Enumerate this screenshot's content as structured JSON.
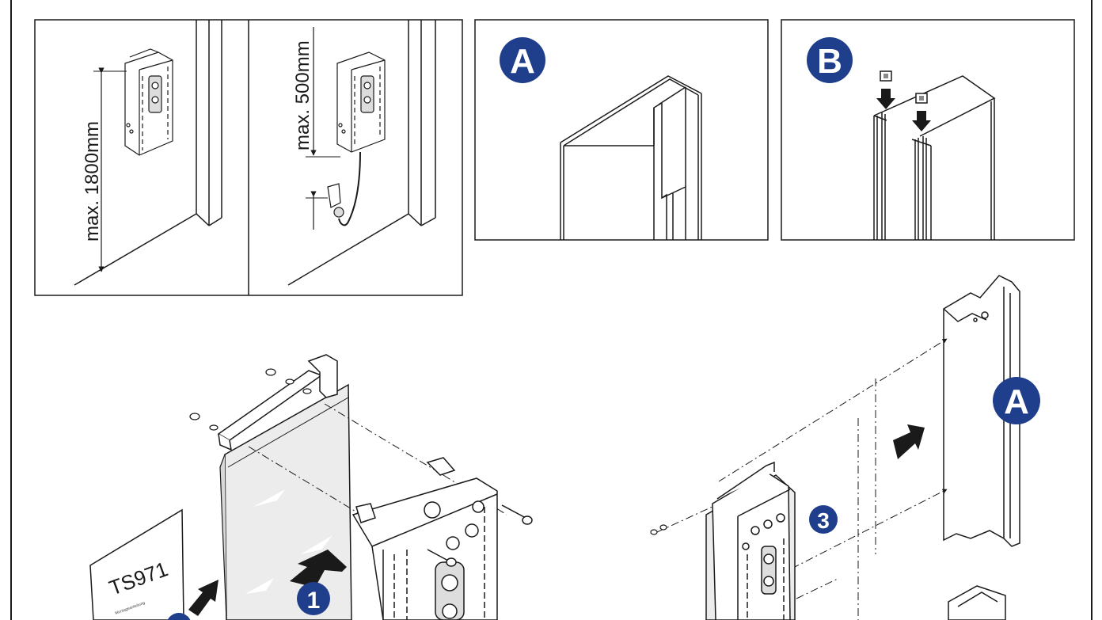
{
  "panel_left": {
    "height_label": "max. 1800mm"
  },
  "panel_middle": {
    "height_label": "max. 500mm"
  },
  "panel_a": {
    "badge": "A"
  },
  "panel_b": {
    "badge": "B"
  },
  "assembly_left": {
    "sheet_title": "TS971",
    "sheet_small_text": "Montageanleitung",
    "step_badge": "1"
  },
  "assembly_right": {
    "step_badge": "3",
    "profile_badge": "A"
  },
  "colors": {
    "badge_fill": "#1f3f8c",
    "line": "#1a1a1a",
    "bag_fill": "#e9e9e9"
  }
}
